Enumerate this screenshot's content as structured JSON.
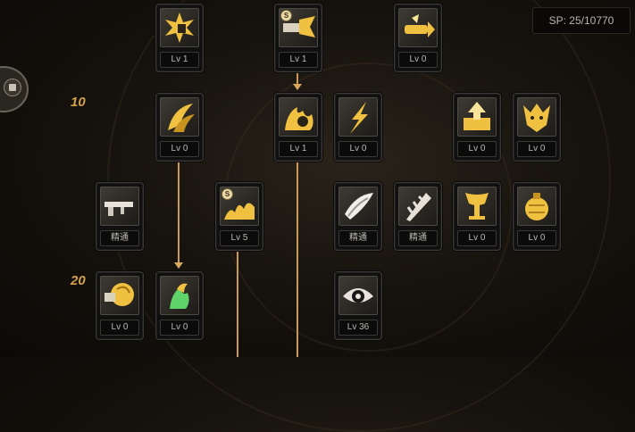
{
  "hud": {
    "sp_label": "SP: 25/10770"
  },
  "rows": {
    "row10": "10",
    "row20": "20"
  },
  "colors": {
    "accent": "#d4a24a",
    "line": "#c99a57",
    "icon_gold": "#f0c040"
  },
  "skills": [
    {
      "name": "skill-bomb-shield",
      "icon": "explosion-icon",
      "level": "Lv 1"
    },
    {
      "name": "skill-special-gunfire",
      "icon": "gunfire-icon",
      "level": "Lv 1",
      "badge": "S"
    },
    {
      "name": "skill-launcher",
      "icon": "launcher-icon",
      "level": "Lv 0"
    },
    {
      "name": "skill-claw-slash",
      "icon": "claw-icon",
      "level": "Lv 0"
    },
    {
      "name": "skill-flame-fist",
      "icon": "flame-fist-icon",
      "level": "Lv 1"
    },
    {
      "name": "skill-lightning",
      "icon": "lightning-icon",
      "level": "Lv 0"
    },
    {
      "name": "skill-upgrade-station",
      "icon": "upgrade-arrow-icon",
      "level": "Lv 0"
    },
    {
      "name": "skill-beast-crest",
      "icon": "beast-crest-icon",
      "level": "Lv 0"
    },
    {
      "name": "skill-rifle-mastery",
      "icon": "rifle-icon",
      "level": "精通"
    },
    {
      "name": "skill-special-wave",
      "icon": "fire-wave-icon",
      "level": "Lv 5",
      "badge": "S"
    },
    {
      "name": "skill-blade-mastery",
      "icon": "blade-icon",
      "level": "精通"
    },
    {
      "name": "skill-spike-mastery",
      "icon": "spike-icon",
      "level": "精通"
    },
    {
      "name": "skill-wings",
      "icon": "wings-icon",
      "level": "Lv 0"
    },
    {
      "name": "skill-grenade",
      "icon": "grenade-icon",
      "level": "Lv 0"
    },
    {
      "name": "skill-gold-fist",
      "icon": "gold-fist-icon",
      "level": "Lv 0"
    },
    {
      "name": "skill-green-claw",
      "icon": "green-claw-icon",
      "level": "Lv 0"
    },
    {
      "name": "skill-eye",
      "icon": "eye-icon",
      "level": "Lv 36"
    }
  ]
}
